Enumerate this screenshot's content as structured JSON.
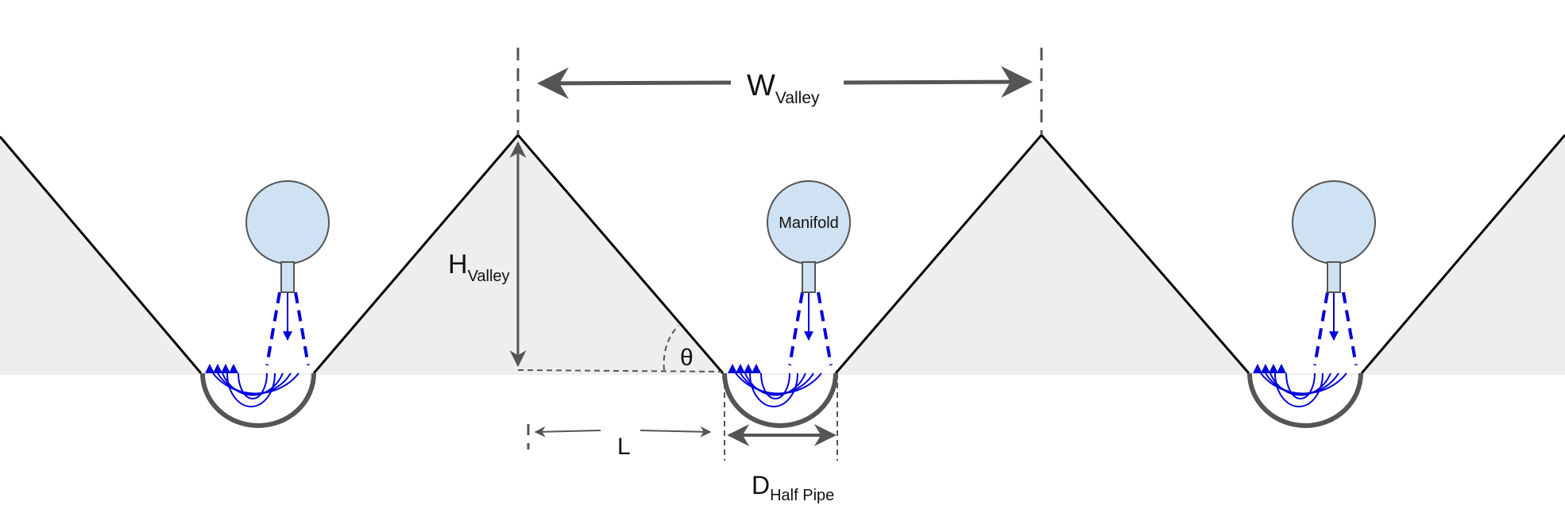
{
  "labels": {
    "w_main": "W",
    "w_sub": "Valley",
    "h_main": "H",
    "h_sub": "Valley",
    "theta": "θ",
    "l": "L",
    "d_main": "D",
    "d_sub": "Half Pipe",
    "manifold": "Manifold"
  },
  "colors": {
    "terrain_fill": "#eeeeee",
    "terrain_line": "#000000",
    "manifold_fill": "#cfe2f3",
    "manifold_stroke": "#555555",
    "flow": "#0000dd",
    "dimension": "#555555"
  },
  "icons": {
    "dimension_arrow": "arrow-icon",
    "flow_arrow": "arrow-icon"
  }
}
